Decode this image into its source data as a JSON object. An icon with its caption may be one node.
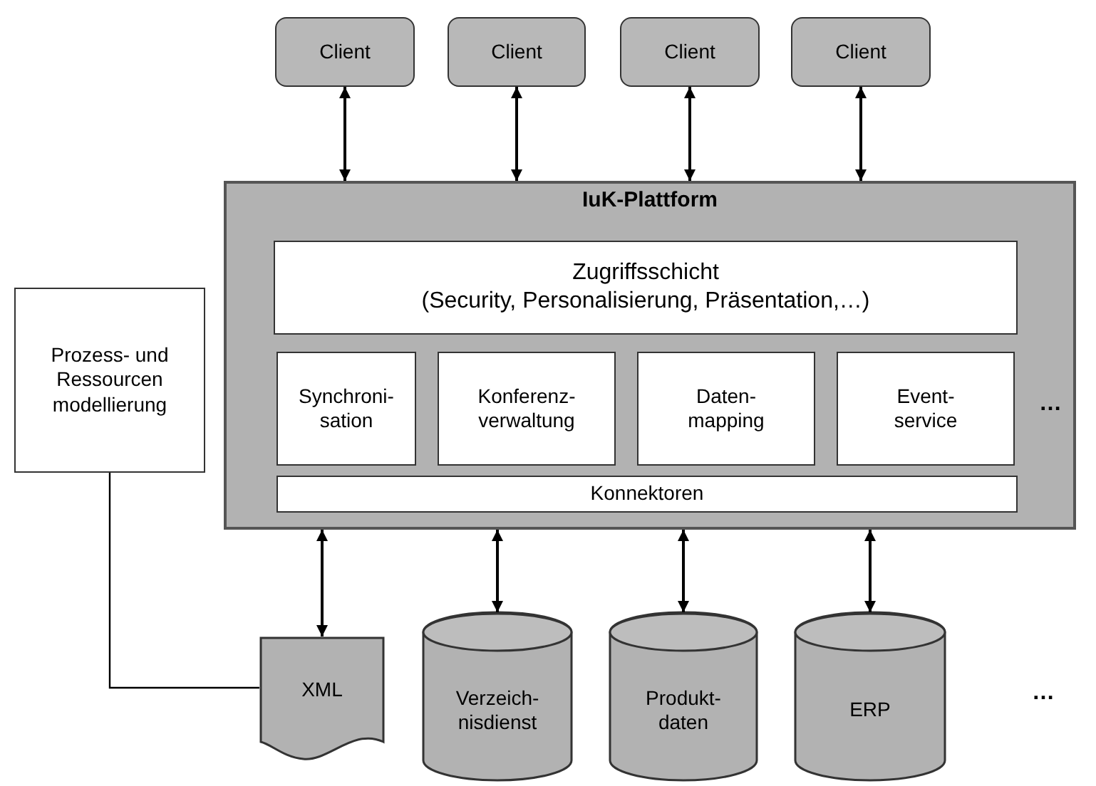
{
  "diagram": {
    "nodes": [
      {
        "text": [
          "Client"
        ]
      },
      {
        "text": [
          "Client"
        ]
      },
      {
        "text": [
          "Client"
        ]
      },
      {
        "text": [
          "Client"
        ]
      },
      {
        "text": [
          "IuK-Plattform"
        ]
      },
      {
        "text": [
          "Zugriffsschicht",
          "(Security, Personalisierung, Präsentation,…)"
        ],
        "in": 4
      },
      {
        "text": [
          "Synchroni- sation"
        ],
        "in": 4
      },
      {
        "text": [
          "Konferenz- verwaltung"
        ],
        "in": 4
      },
      {
        "text": [
          "Daten- mapping"
        ],
        "in": 4
      },
      {
        "text": [
          "Event- service"
        ],
        "in": 4
      },
      {
        "text": [
          "Konnektoren"
        ],
        "in": 4
      },
      {
        "text": [
          "Prozess- und Ressourcen modellierung"
        ]
      },
      {
        "text": [
          "XML"
        ]
      },
      {
        "text": [
          "Verzeich- nisdienst"
        ]
      },
      {
        "text": [
          "Produkt- daten"
        ]
      },
      {
        "text": [
          "ERP"
        ]
      }
    ],
    "edges": [
      {
        "from": 0,
        "to": 4,
        "arrow": "both"
      },
      {
        "from": 1,
        "to": 4,
        "arrow": "both"
      },
      {
        "from": 2,
        "to": 4,
        "arrow": "both"
      },
      {
        "from": 3,
        "to": 4,
        "arrow": "both"
      },
      {
        "from": 4,
        "to": 12,
        "arrow": "both"
      },
      {
        "from": 4,
        "to": 13,
        "arrow": "both"
      },
      {
        "from": 4,
        "to": 14,
        "arrow": "both"
      },
      {
        "from": 4,
        "to": 15,
        "arrow": "both"
      },
      {
        "from": 11,
        "to": 12,
        "arrow": "none"
      }
    ],
    "labels": [
      "…",
      "…"
    ]
  }
}
